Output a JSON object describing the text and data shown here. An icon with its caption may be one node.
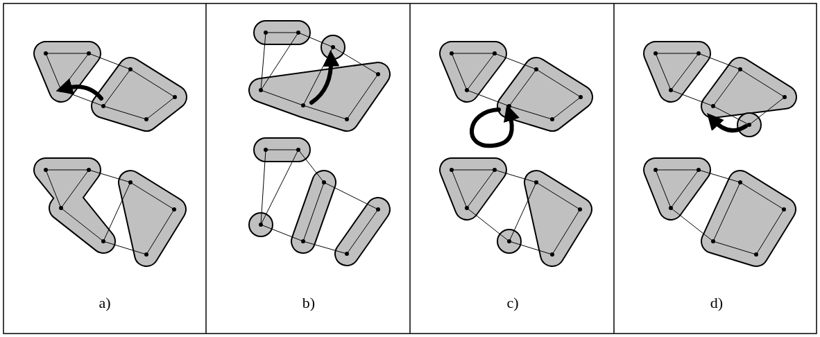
{
  "diagram": {
    "labels": [
      "a)",
      "b)",
      "c)",
      "d)"
    ]
  }
}
